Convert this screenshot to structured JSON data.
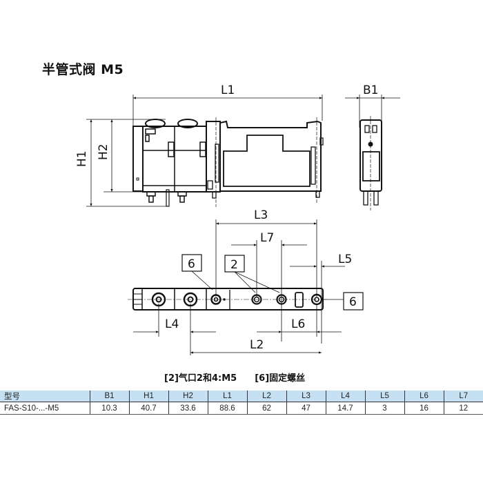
{
  "title": "半管式阀 M5",
  "dimensions_labels": {
    "L1": "L1",
    "B1": "B1",
    "H1": "H1",
    "H2": "H2",
    "L3": "L3",
    "L7": "L7",
    "L5": "L5",
    "L4": "L4",
    "L6": "L6",
    "L2": "L2"
  },
  "callouts": {
    "screw_left": "6",
    "ports": "2",
    "screw_right": "6"
  },
  "notes": {
    "note_2": "[2]气口2和4:M5",
    "note_6": "[6]固定螺丝"
  },
  "table": {
    "headers": [
      "型号",
      "B1",
      "H1",
      "H2",
      "L1",
      "L2",
      "L3",
      "L4",
      "L5",
      "L6",
      "L7"
    ],
    "rows": [
      [
        "FAS-S10-...-M5",
        "10.3",
        "40.7",
        "33.6",
        "88.6",
        "62",
        "47",
        "14.7",
        "3",
        "16",
        "12"
      ]
    ]
  },
  "colors": {
    "table_header_bg": "#c6e0f3",
    "line": "#111111"
  }
}
